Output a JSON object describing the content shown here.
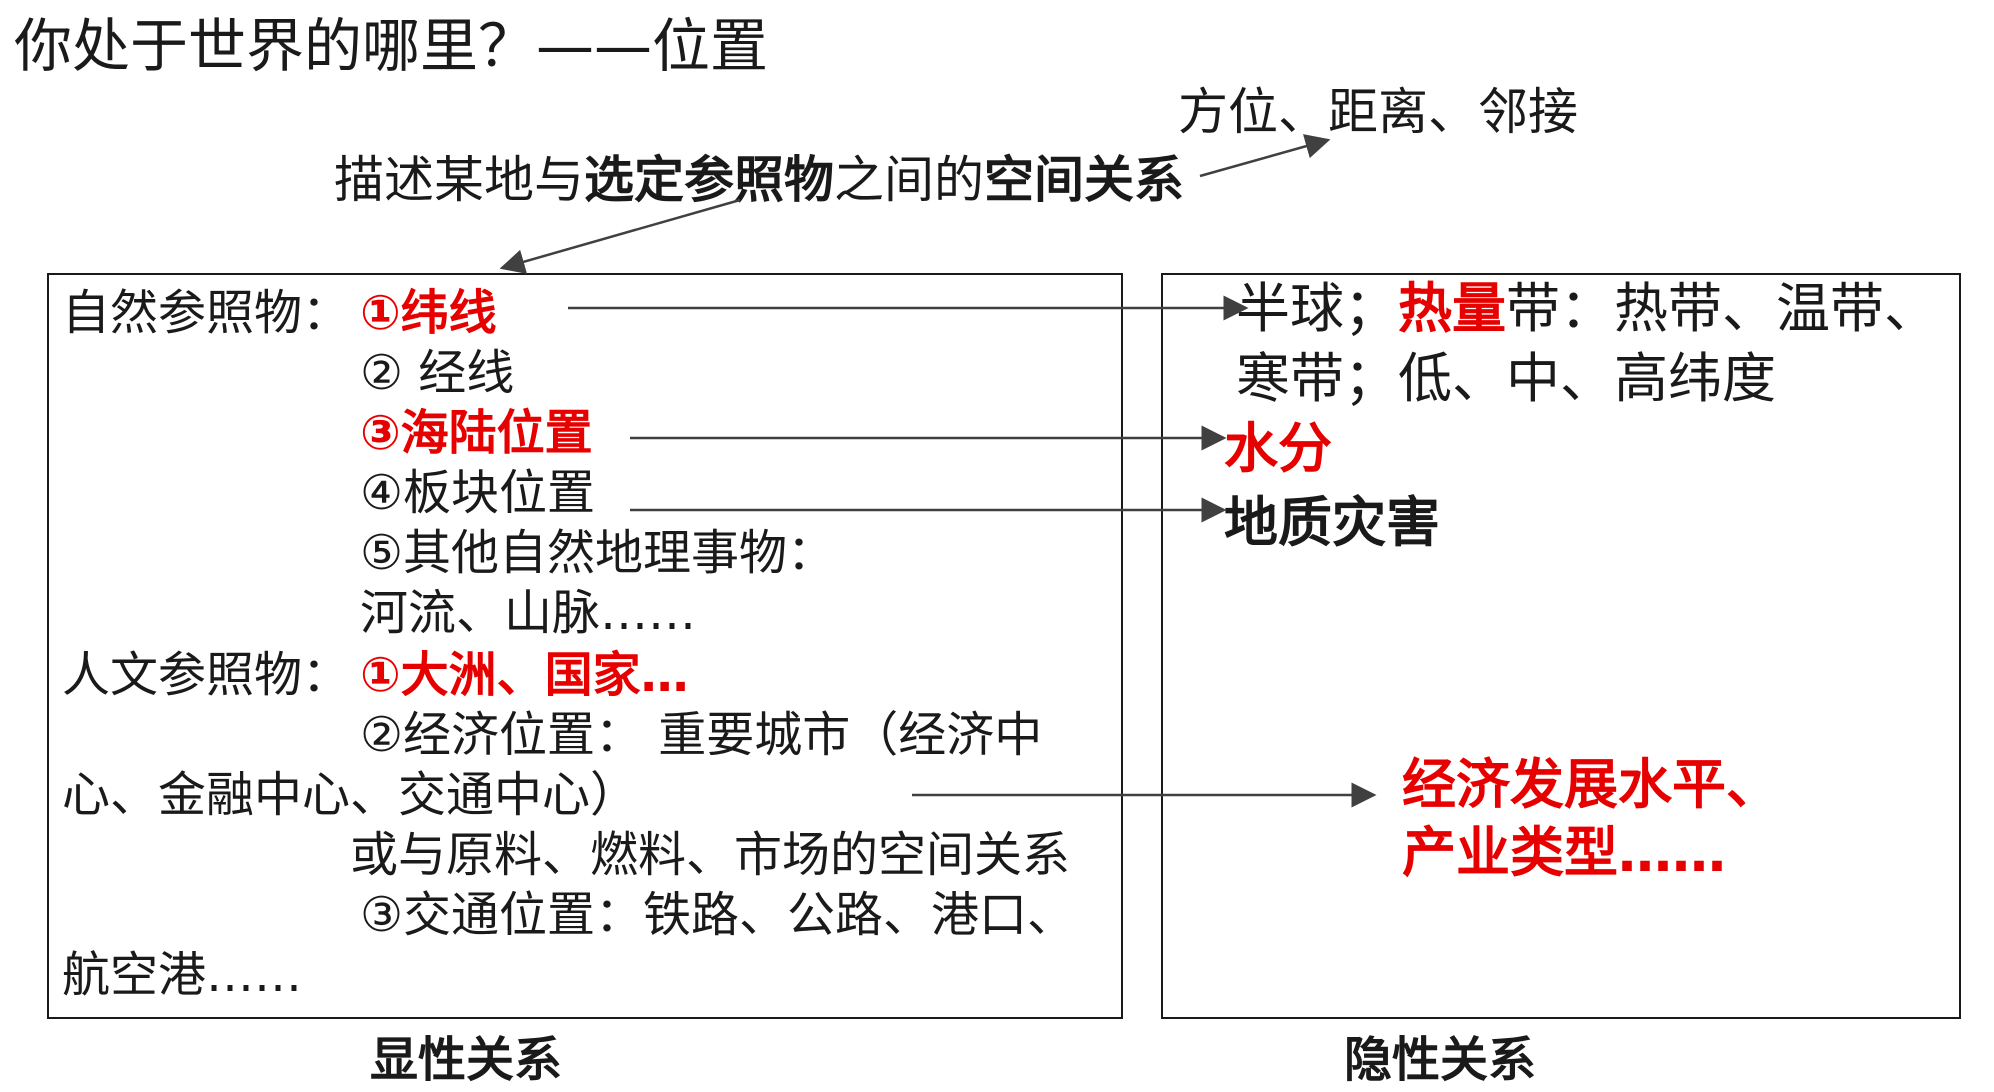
{
  "title": "你处于世界的哪里？——位置",
  "top_keywords": "方位、距离、邻接",
  "definition": {
    "part1": "描述某地与",
    "part2": "选定参照物",
    "part3": "之间的",
    "part4": "空间关系"
  },
  "left_box": {
    "natural_label": "自然参照物：",
    "natural_items": [
      "①纬线",
      "② 经线",
      "③海陆位置",
      "④板块位置",
      "⑤其他自然地理事物：",
      "河流、山脉……"
    ],
    "human_label": "人文参照物：",
    "human_items": [
      "①大洲、国家…",
      "②经济位置： 重要城市（经济中",
      "心、金融中心、交通中心）",
      "或与原料、燃料、市场的空间关系",
      "③交通位置：铁路、公路、港口、",
      "航空港……"
    ]
  },
  "right_box": {
    "line1_a": "半球；",
    "line1_b": "热量",
    "line1_c": "带：热带、温带、",
    "line2": "寒带；低、中、高纬度",
    "water": "水分",
    "geo_hazard": "地质灾害",
    "econ_1": "经济发展水平、",
    "econ_2": "产业类型……"
  },
  "captions": {
    "left": "显性关系",
    "right": "隐性关系"
  },
  "colors": {
    "emphasis": "#e60000",
    "text": "#1a1a1a",
    "arrow": "#404040"
  }
}
